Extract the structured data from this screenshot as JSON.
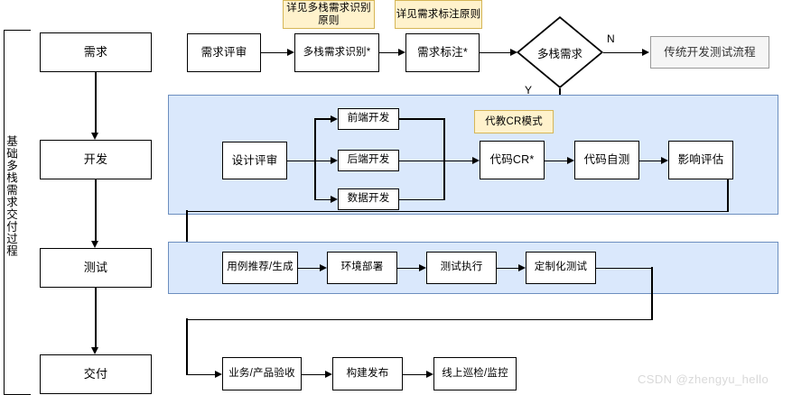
{
  "diagram": {
    "title_vertical": "基础多栈需求交付过程",
    "watermark": "CSDN @zhengyu_hello",
    "colors": {
      "panel_fill": "#dae8fc",
      "panel_border": "#6c8ebf",
      "note_fill": "#fff2cc",
      "note_border": "#d6b656",
      "grey_fill": "#f5f5f5",
      "grey_border": "#999999",
      "node_border": "#000000",
      "watermark": "#d9d9d9"
    }
  },
  "lifecycle": {
    "stages": [
      {
        "label": "需求"
      },
      {
        "label": "开发"
      },
      {
        "label": "测试"
      },
      {
        "label": "交付"
      }
    ]
  },
  "requirement_row": {
    "nodes": [
      {
        "label": "需求评审"
      },
      {
        "label": "多栈需求识别*"
      },
      {
        "label": "需求标注*"
      }
    ],
    "decision": {
      "label": "多栈需求"
    },
    "branch_no": "N",
    "branch_yes": "Y",
    "fallback": {
      "label": "传统开发测试流程"
    },
    "notes": [
      {
        "label": "详见多栈需求识别原则"
      },
      {
        "label": "详见需求标注原则"
      }
    ]
  },
  "dev_panel": {
    "entry": {
      "label": "设计评审"
    },
    "parallel": [
      {
        "label": "前端开发"
      },
      {
        "label": "后端开发"
      },
      {
        "label": "数据开发"
      }
    ],
    "note": {
      "label": "代教CR模式"
    },
    "after": [
      {
        "label": "代码CR*"
      },
      {
        "label": "代码自测"
      },
      {
        "label": "影响评估"
      }
    ]
  },
  "test_panel": {
    "nodes": [
      {
        "label": "用例推荐/生成"
      },
      {
        "label": "环境部署"
      },
      {
        "label": "测试执行"
      },
      {
        "label": "定制化测试"
      }
    ]
  },
  "delivery_row": {
    "nodes": [
      {
        "label": "业务/产品验收"
      },
      {
        "label": "构建发布"
      },
      {
        "label": "线上巡检/监控"
      }
    ]
  }
}
